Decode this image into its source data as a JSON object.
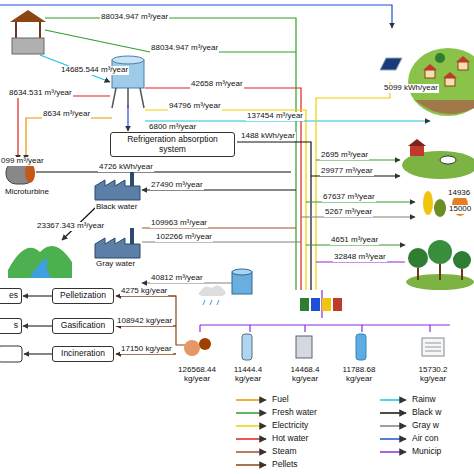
{
  "diagram": {
    "nodes": [
      {
        "text": [
          "Refrigeration absorption system"
        ]
      },
      {
        "text": [
          "es"
        ]
      },
      {
        "text": [
          "Pelletization"
        ]
      },
      {
        "text": [
          "s"
        ]
      },
      {
        "text": [
          "Gasification"
        ]
      },
      {
        "text": [
          "Incineration"
        ]
      }
    ],
    "edges": [
      {
        "from": 2,
        "to": 1,
        "arrow": "to"
      },
      {
        "from": 4,
        "to": 3,
        "arrow": "to"
      }
    ],
    "labels": [
      "88034.947 m³/year",
      "88034.947 m³/year",
      "14685.544 m³/year",
      "8634.531 m³/year",
      "42658 m³/year",
      "8634 m³/year",
      "94796 m³/year",
      "6800 m³/year",
      "5099 kWh/year",
      "137454 m³/year",
      "1488 kWh/year",
      "099 m³/year",
      "Microturbine",
      "4726 kWh/year",
      "27490 m³/year",
      "Black water",
      "23367.343 m³/year",
      "2695 m³/year",
      "29977 m³/year",
      "14936",
      "15000",
      "67637 m³/year",
      "5267 m³/year",
      "109963 m³/year",
      "102266 m³/year",
      "4651 m³/year",
      "32848 m³/year",
      "Gray water",
      "40812 m³/year",
      "4275 kg/year",
      "108942 kg/year",
      "17150 kg/year",
      "126568.44 kg/year",
      "11444.4 kg/year",
      "14468.4 kg/year",
      "11788.68 kg/year",
      "15730.2 kg/year"
    ],
    "legend": [
      {
        "text": "Fuel"
      },
      {
        "text": "Fresh water"
      },
      {
        "text": "Electricity"
      },
      {
        "text": "Hot water"
      },
      {
        "text": "Steam"
      },
      {
        "text": "Pellets"
      },
      {
        "text": "Rainw"
      },
      {
        "text": "Black w"
      },
      {
        "text": "Gray w"
      },
      {
        "text": "Air con"
      },
      {
        "text": "Municip"
      }
    ]
  }
}
